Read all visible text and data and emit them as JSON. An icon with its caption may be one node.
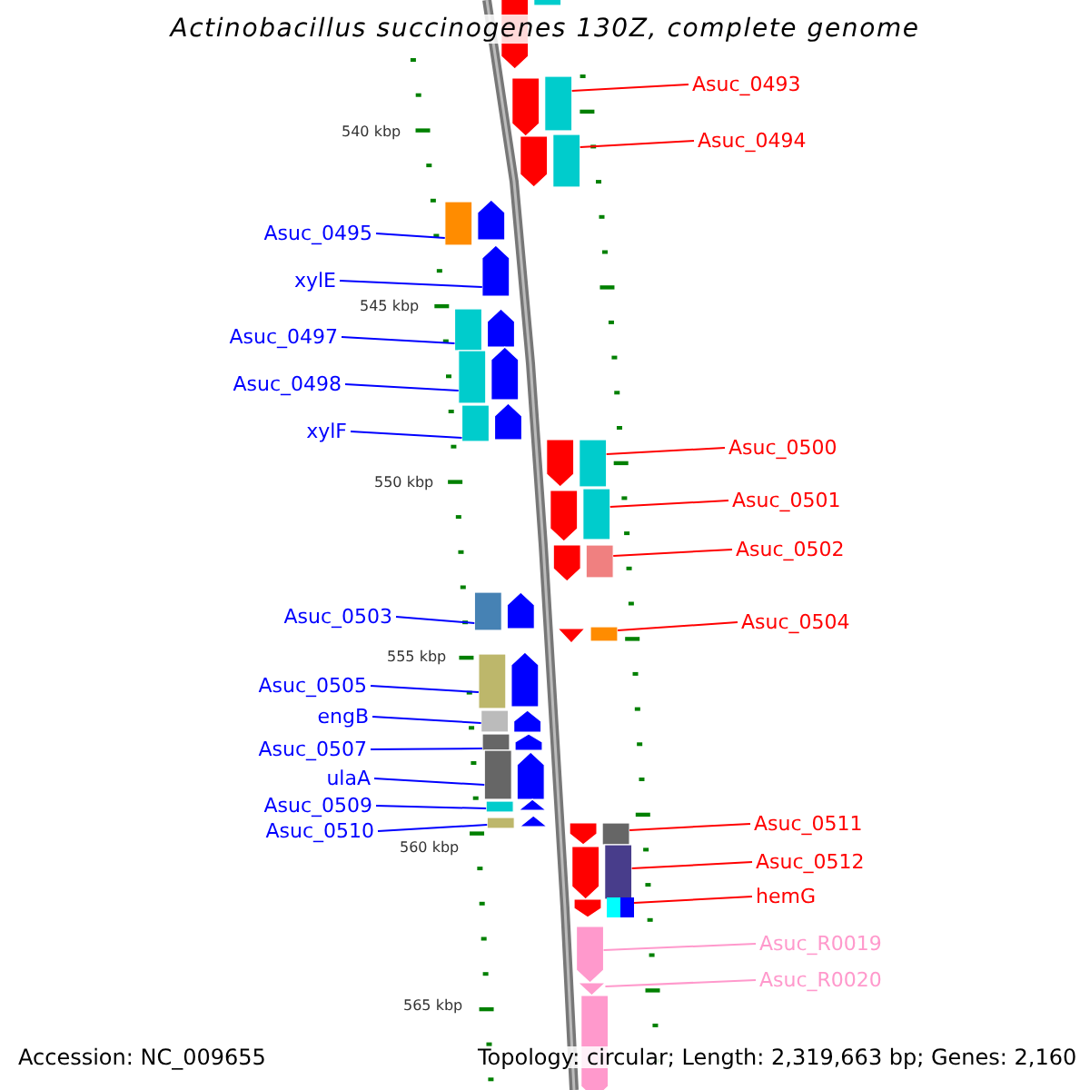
{
  "diagram": {
    "title": "Actinobacillus succinogenes 130Z, complete genome",
    "nodes": [
      {
        "text": [],
        "shape": "box"
      },
      {
        "text": [
          "Asuc_0493"
        ]
      },
      {
        "text": [],
        "shape": "box"
      },
      {
        "text": [
          "Asuc_0494"
        ]
      },
      {
        "text": [],
        "shape": "box"
      },
      {
        "text": [
          "Asuc_0495"
        ]
      },
      {
        "text": [],
        "shape": "box"
      },
      {
        "text": [
          "xylE"
        ]
      },
      {
        "text": [],
        "shape": "box"
      },
      {
        "text": [
          "Asuc_0497"
        ]
      },
      {
        "text": [],
        "shape": "box"
      },
      {
        "text": [
          "Asuc_0498"
        ]
      },
      {
        "text": [],
        "shape": "box"
      },
      {
        "text": [
          "xylF"
        ]
      },
      {
        "text": [],
        "shape": "box"
      },
      {
        "text": [
          "Asuc_0500"
        ]
      },
      {
        "text": [],
        "shape": "box"
      },
      {
        "text": [
          "Asuc_0501"
        ]
      },
      {
        "text": [],
        "shape": "box"
      },
      {
        "text": [
          "Asuc_0502"
        ]
      },
      {
        "text": [],
        "shape": "box"
      },
      {
        "text": [
          "Asuc_0503"
        ]
      },
      {
        "text": [],
        "shape": "box"
      },
      {
        "text": [
          "Asuc_0504"
        ]
      },
      {
        "text": [],
        "shape": "box"
      },
      {
        "text": [
          "Asuc_0505"
        ]
      },
      {
        "text": [],
        "shape": "box"
      },
      {
        "text": [
          "engB"
        ]
      },
      {
        "text": [],
        "shape": "box"
      },
      {
        "text": [
          "Asuc_0507"
        ]
      },
      {
        "text": [],
        "shape": "box"
      },
      {
        "text": [
          "ulaA"
        ]
      },
      {
        "text": [],
        "shape": "box"
      },
      {
        "text": [
          "Asuc_0509"
        ]
      },
      {
        "text": [],
        "shape": "box"
      },
      {
        "text": [
          "Asuc_0510"
        ]
      },
      {
        "text": [],
        "shape": "box"
      },
      {
        "text": [
          "Asuc_0511"
        ]
      },
      {
        "text": [],
        "shape": "box"
      },
      {
        "text": [
          "Asuc_0512"
        ]
      },
      {
        "text": [],
        "shape": "box"
      },
      {
        "text": [
          "hemG"
        ]
      },
      {
        "text": [],
        "shape": "box"
      },
      {
        "text": [
          "Asuc_R0019"
        ]
      },
      {
        "text": [],
        "shape": "box"
      },
      {
        "text": [
          "Asuc_R0020"
        ]
      },
      {
        "text": [],
        "shape": "box"
      },
      {
        "text": [],
        "shape": "box"
      }
    ],
    "edges": [
      {
        "from": 1,
        "to": 2,
        "arrow": "none",
        "color": "#ff0000"
      },
      {
        "from": 3,
        "to": 4,
        "arrow": "none",
        "color": "#ff0000"
      },
      {
        "from": 5,
        "to": 6,
        "arrow": "none"
      },
      {
        "from": 7,
        "to": 8,
        "arrow": "none"
      },
      {
        "from": 9,
        "to": 10,
        "arrow": "none"
      },
      {
        "from": 11,
        "to": 12,
        "arrow": "none"
      },
      {
        "from": 13,
        "to": 14,
        "arrow": "none"
      },
      {
        "from": 15,
        "to": 16,
        "arrow": "none",
        "color": "#ff0000"
      },
      {
        "from": 17,
        "to": 18,
        "arrow": "none",
        "color": "#ff0000"
      },
      {
        "from": 19,
        "to": 20,
        "arrow": "none",
        "color": "#ff0000"
      },
      {
        "from": 21,
        "to": 22,
        "arrow": "none"
      },
      {
        "from": 23,
        "to": 24,
        "arrow": "none",
        "color": "#ff0000"
      },
      {
        "from": 25,
        "to": 26,
        "arrow": "none"
      },
      {
        "from": 27,
        "to": 28,
        "arrow": "none"
      },
      {
        "from": 29,
        "to": 30,
        "arrow": "none"
      },
      {
        "from": 31,
        "to": 32,
        "arrow": "none"
      },
      {
        "from": 33,
        "to": 34,
        "arrow": "none"
      },
      {
        "from": 35,
        "to": 36,
        "arrow": "none"
      },
      {
        "from": 37,
        "to": 38,
        "arrow": "none",
        "color": "#ff0000"
      },
      {
        "from": 39,
        "to": 40,
        "arrow": "none",
        "color": "#ff0000"
      },
      {
        "from": 41,
        "to": 42,
        "arrow": "none",
        "color": "#ff0000"
      },
      {
        "from": 43,
        "to": 44,
        "arrow": "none",
        "color": "#ff99cc"
      },
      {
        "from": 45,
        "to": 46,
        "arrow": "none",
        "color": "#ff99cc"
      }
    ],
    "labels": [
      "540 kbp",
      "545 kbp",
      "550 kbp",
      "555 kbp",
      "560 kbp",
      "565 kbp",
      "Accession: NC_009655",
      "Topology: circular; Length: 2,319,663 bp; Genes: 2,160"
    ]
  }
}
